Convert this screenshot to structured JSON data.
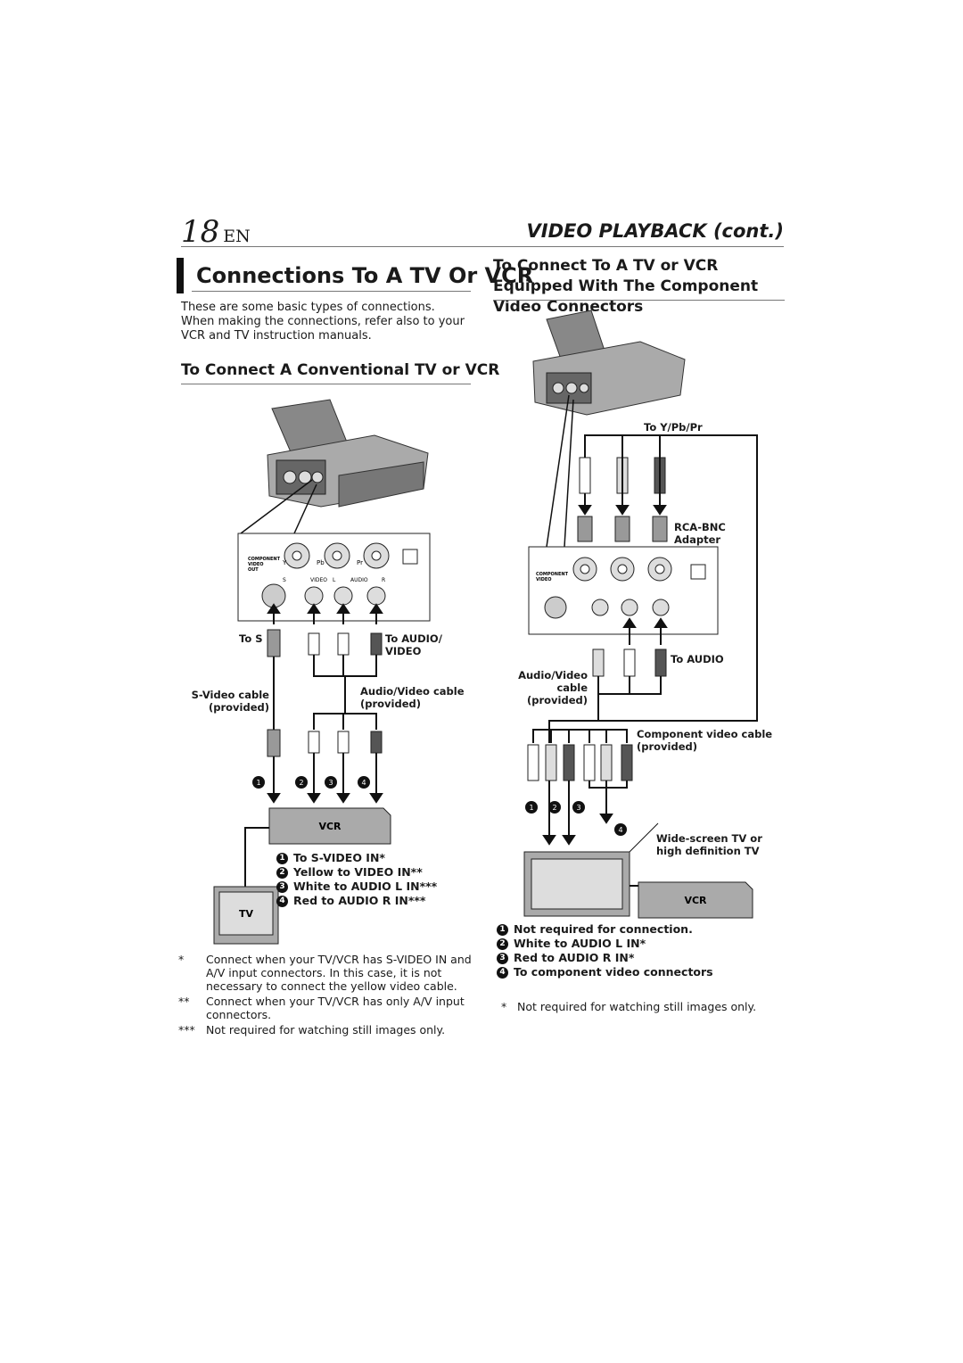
{
  "header": {
    "page_number": "18",
    "lang": "EN",
    "section": "VIDEO PLAYBACK (cont.)"
  },
  "left": {
    "title": "Connections To A TV Or VCR",
    "intro": "These are some basic types of connections. When making the connections, refer also to your VCR and TV instruction manuals.",
    "subtitle": "To Connect A Conventional TV or VCR",
    "labels": {
      "to_s": "To S",
      "to_audio_video": "To AUDIO/\nVIDEO",
      "svideo_cable": "S-Video cable\n(provided)",
      "av_cable": "Audio/Video cable\n(provided)",
      "vcr": "VCR",
      "tv": "TV"
    },
    "jack_labels": {
      "component": "COMPONENT\nVIDEO\nOUT",
      "y": "Y",
      "pb": "Pb",
      "pr": "Pr",
      "s": "S",
      "video": "VIDEO",
      "l": "L",
      "audio": "AUDIO",
      "r": "R"
    },
    "markers": [
      "1",
      "2",
      "3",
      "4"
    ],
    "legend": [
      {
        "n": "1",
        "text": "To S-VIDEO IN*"
      },
      {
        "n": "2",
        "text": "Yellow to VIDEO IN**"
      },
      {
        "n": "3",
        "text": "White to AUDIO L IN***"
      },
      {
        "n": "4",
        "text": "Red to AUDIO R IN***"
      }
    ],
    "footnotes": [
      {
        "mark": "*",
        "text": "Connect when your TV/VCR has S-VIDEO IN and A/V input connectors. In this case, it is not necessary to connect the yellow video cable."
      },
      {
        "mark": "**",
        "text": "Connect when your TV/VCR has only A/V input connectors."
      },
      {
        "mark": "***",
        "text": "Not required for watching still images only."
      }
    ]
  },
  "right": {
    "subtitle": "To Connect To A TV or VCR Equipped With The Component Video Connectors",
    "labels": {
      "to_ypbpr": "To Y/Pb/Pr",
      "rca_bnc": "RCA-BNC\nAdapter",
      "to_audio": "To AUDIO",
      "av_cable": "Audio/Video\ncable\n(provided)",
      "component_cable": "Component video cable\n(provided)",
      "widescreen": "Wide-screen TV or\nhigh definition TV",
      "vcr": "VCR"
    },
    "legend": [
      {
        "n": "1",
        "text": "Not required for connection."
      },
      {
        "n": "2",
        "text": "White to AUDIO L IN*"
      },
      {
        "n": "3",
        "text": "Red to AUDIO R IN*"
      },
      {
        "n": "4",
        "text": "To component video connectors"
      }
    ],
    "footnote": {
      "mark": "*",
      "text": "Not required for watching still images only."
    }
  }
}
